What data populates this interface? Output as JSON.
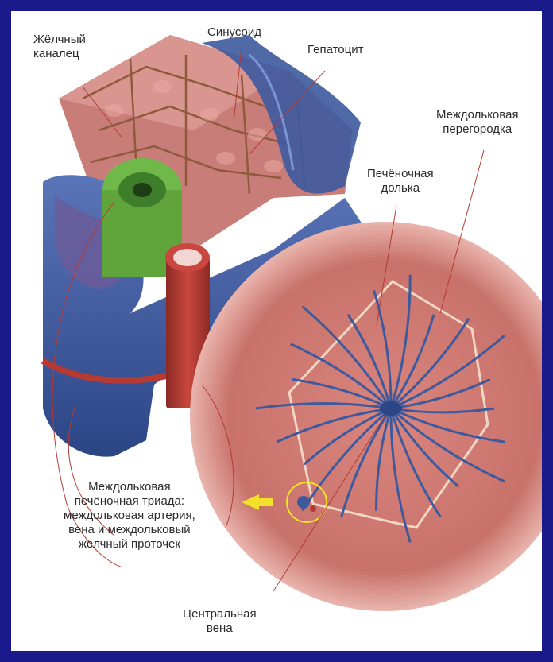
{
  "labels": {
    "bile_canaliculus": "Жёлчный\nканалец",
    "sinusoid": "Синусоид",
    "hepatocyte": "Гепатоцит",
    "interlobular_septum": "Междольковая\nперегородка",
    "hepatic_lobule": "Печёночная\nдолька",
    "portal_triad": "Междольковая\nпечёночная триада:\nмеждольковая артерия,\nвена и междольковый\nжёлчный проточек",
    "central_vein": "Центральная\nвена"
  },
  "colors": {
    "background_border": "#1a1a8c",
    "hepatocyte": "#c97d78",
    "vein": "#3d5a9e",
    "artery": "#b43a33",
    "bile_duct": "#6fb84a",
    "highlight_arrow": "#f2e02a"
  }
}
